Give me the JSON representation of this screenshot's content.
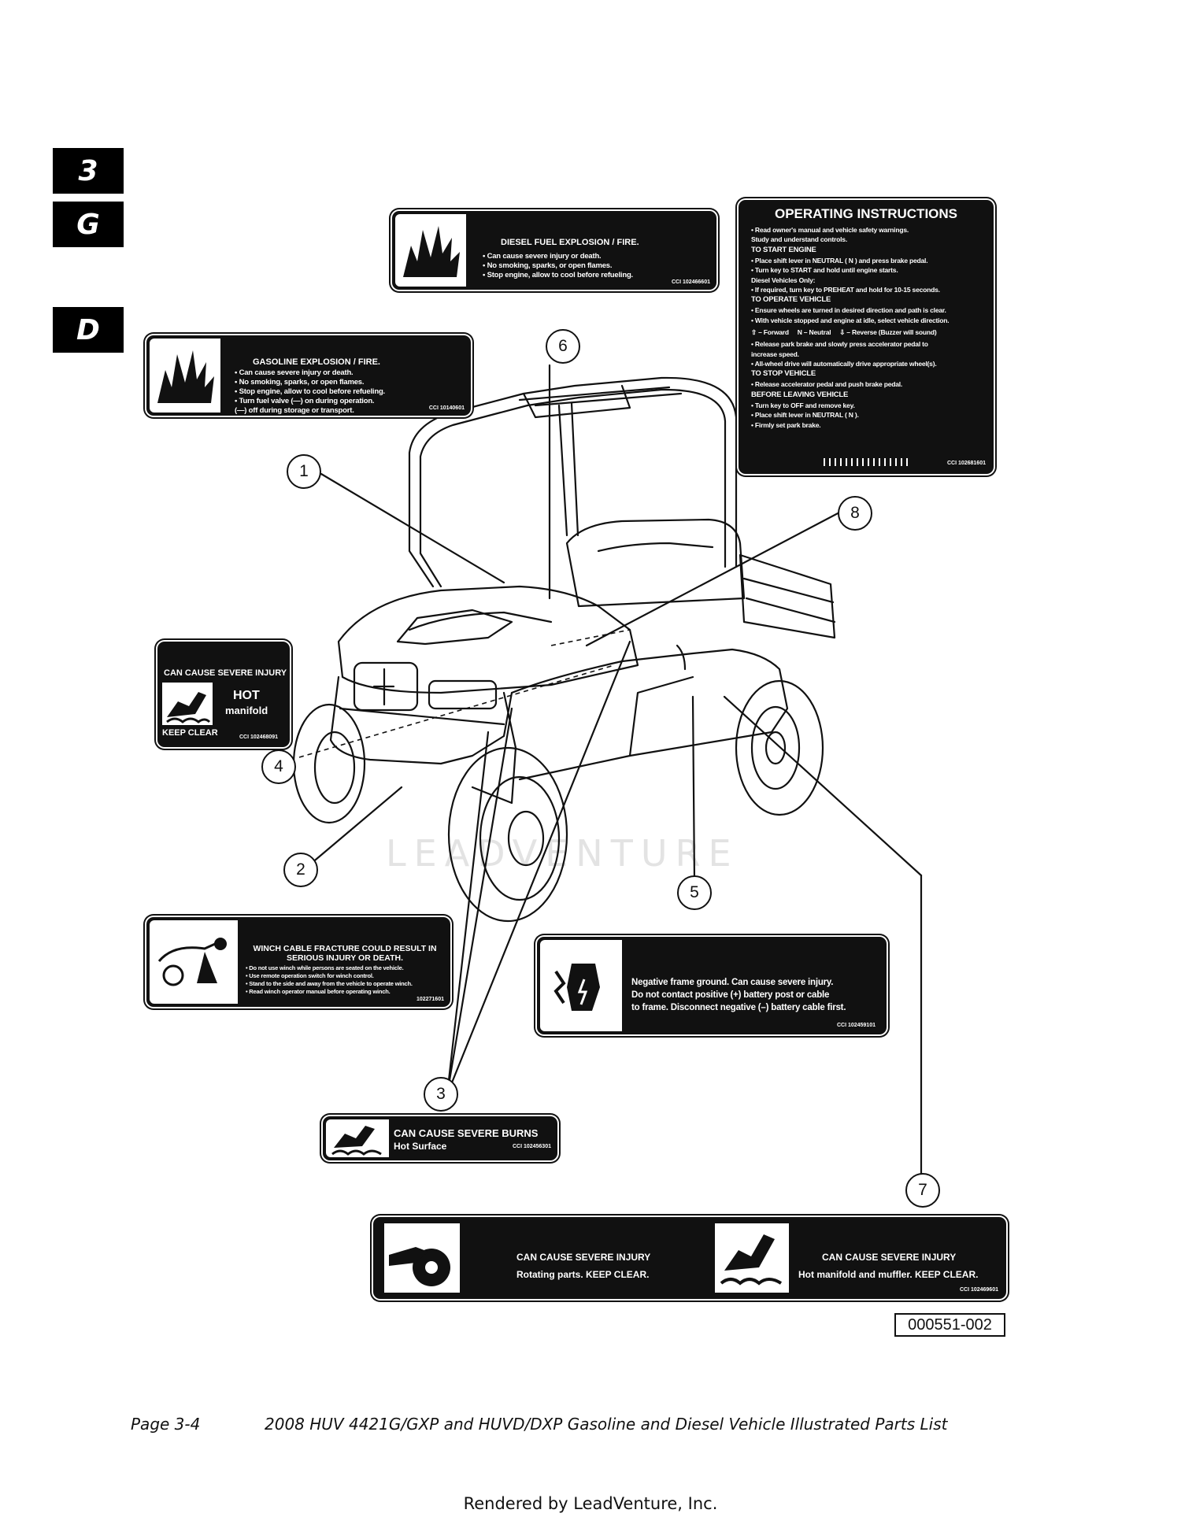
{
  "tabs": {
    "section": "3",
    "vehicle_g": "G",
    "vehicle_d": "D"
  },
  "callouts": [
    "1",
    "2",
    "3",
    "4",
    "5",
    "6",
    "7",
    "8"
  ],
  "labels": {
    "diesel": {
      "title": "DIESEL FUEL EXPLOSION / FIRE.",
      "lines": [
        "• Can cause severe injury or death.",
        "• No smoking, sparks, or open flames.",
        "• Stop engine, allow to cool before refueling."
      ],
      "code": "CCI 102466601"
    },
    "gasoline": {
      "title": "GASOLINE EXPLOSION / FIRE.",
      "lines": [
        "• Can cause severe injury or death.",
        "• No smoking, sparks, or open flames.",
        "• Stop engine, allow to cool before refueling.",
        "• Turn fuel valve (—) on during operation.",
        "(—) off during storage or transport."
      ],
      "code": "CCI 10140601"
    },
    "operating": {
      "title": "OPERATING INSTRUCTIONS",
      "lines": [
        "• Read owner's manual and vehicle safety warnings.",
        "  Study and understand controls.",
        "TO START ENGINE",
        "• Place shift lever in NEUTRAL ( N ) and press brake pedal.",
        "• Turn key to START and hold until engine starts.",
        "Diesel Vehicles Only:",
        "• If required, turn key to PREHEAT and hold for 10-15 seconds.",
        "TO OPERATE VEHICLE",
        "• Ensure wheels are turned in desired direction and path is clear.",
        "• With vehicle stopped and engine at idle, select vehicle direction.",
        "⇧ – Forward     N – Neutral     ⇩ – Reverse (Buzzer will sound)",
        "• Release park brake and slowly press accelerator pedal to",
        "  increase speed.",
        "• All-wheel drive will automatically drive appropriate wheel(s).",
        "TO STOP VEHICLE",
        "• Release accelerator pedal and push brake pedal.",
        "BEFORE LEAVING VEHICLE",
        "• Turn key to OFF and remove key.",
        "• Place shift lever in NEUTRAL ( N ).",
        "• Firmly set park brake."
      ],
      "code": "CCI 102681601"
    },
    "hot_manifold": {
      "title": "CAN CAUSE SEVERE INJURY",
      "hot": "HOT",
      "manifold": "manifold",
      "keep_clear": "KEEP CLEAR",
      "code": "CCI 102468091"
    },
    "winch": {
      "title": "WINCH CABLE FRACTURE COULD RESULT IN SERIOUS INJURY OR DEATH.",
      "lines": [
        "• Do not use winch while persons are seated on the vehicle.",
        "• Use remote operation switch for winch control.",
        "• Stand to the side and away from the vehicle to operate winch.",
        "• Read winch operator manual before operating winch."
      ],
      "code": "102271601"
    },
    "battery": {
      "lines": [
        "Negative frame ground. Can cause severe injury.",
        "Do not contact positive (+) battery post or cable",
        "to frame. Disconnect negative (–) battery cable first."
      ],
      "code": "CCI 102459101"
    },
    "burns": {
      "title": "CAN CAUSE SEVERE BURNS",
      "sub": "Hot Surface",
      "code": "CCI 102456301"
    },
    "rotating": {
      "left_title": "CAN CAUSE SEVERE INJURY",
      "left_sub": "Rotating parts. KEEP CLEAR.",
      "right_title": "CAN CAUSE SEVERE INJURY",
      "right_sub": "Hot manifold and muffler. KEEP CLEAR.",
      "code": "CCI 102469601"
    }
  },
  "figure_id": "000551-002",
  "footer": {
    "page": "Page 3-4",
    "title": "2008 HUV 4421G/GXP and HUVD/DXP Gasoline and Diesel Vehicle Illustrated Parts List"
  },
  "rendered_by": "Rendered by LeadVenture, Inc.",
  "watermark": "LEADVENTURE"
}
